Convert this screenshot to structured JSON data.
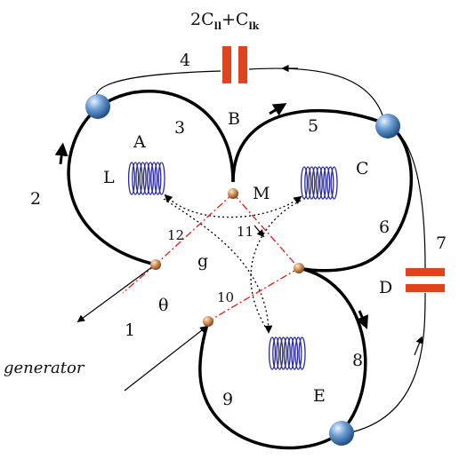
{
  "title": {
    "c1": "2C",
    "c1_sub": "ll",
    "plus": "+C",
    "c2_sub": "lk"
  },
  "nodes": {
    "A": "A",
    "B": "B",
    "C": "C",
    "D": "D",
    "E": "E",
    "L": "L",
    "M": "M",
    "g": "g",
    "theta": "θ"
  },
  "edge_labels": [
    "1",
    "2",
    "3",
    "4",
    "5",
    "6",
    "7",
    "8",
    "9",
    "10",
    "11",
    "12"
  ],
  "generator_label": "generator",
  "colors": {
    "loop": "#000000",
    "capacitor": "#e0441e",
    "coil": "#2a2a9a",
    "dash": "#e02828",
    "sphere": "#5a8fc8",
    "junction": "#c8844a"
  }
}
